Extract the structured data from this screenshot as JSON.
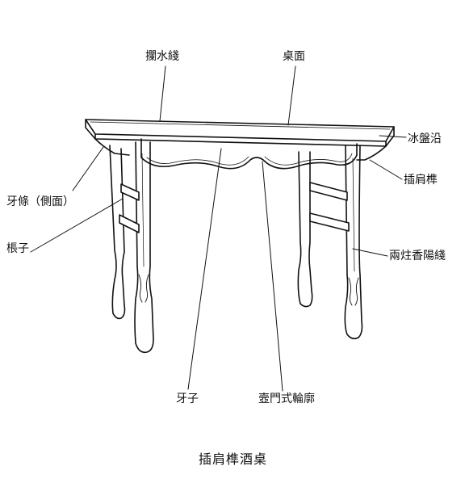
{
  "diagram": {
    "caption": "插肩榫酒桌",
    "labels": {
      "lanshuixian": "攔水綫",
      "zhuomian": "桌面",
      "bingpanyan": "冰盤沿",
      "chajiansun": "插肩榫",
      "yatiao": "牙條（側面）",
      "chengzi": "棖子",
      "liangzhuxiangyangxian": "兩炷香陽綫",
      "yazi": "牙子",
      "kunmenshilunkuo": "壼門式輪廓"
    }
  },
  "colors": {
    "ink": "#111111",
    "paper": "#ffffff"
  }
}
